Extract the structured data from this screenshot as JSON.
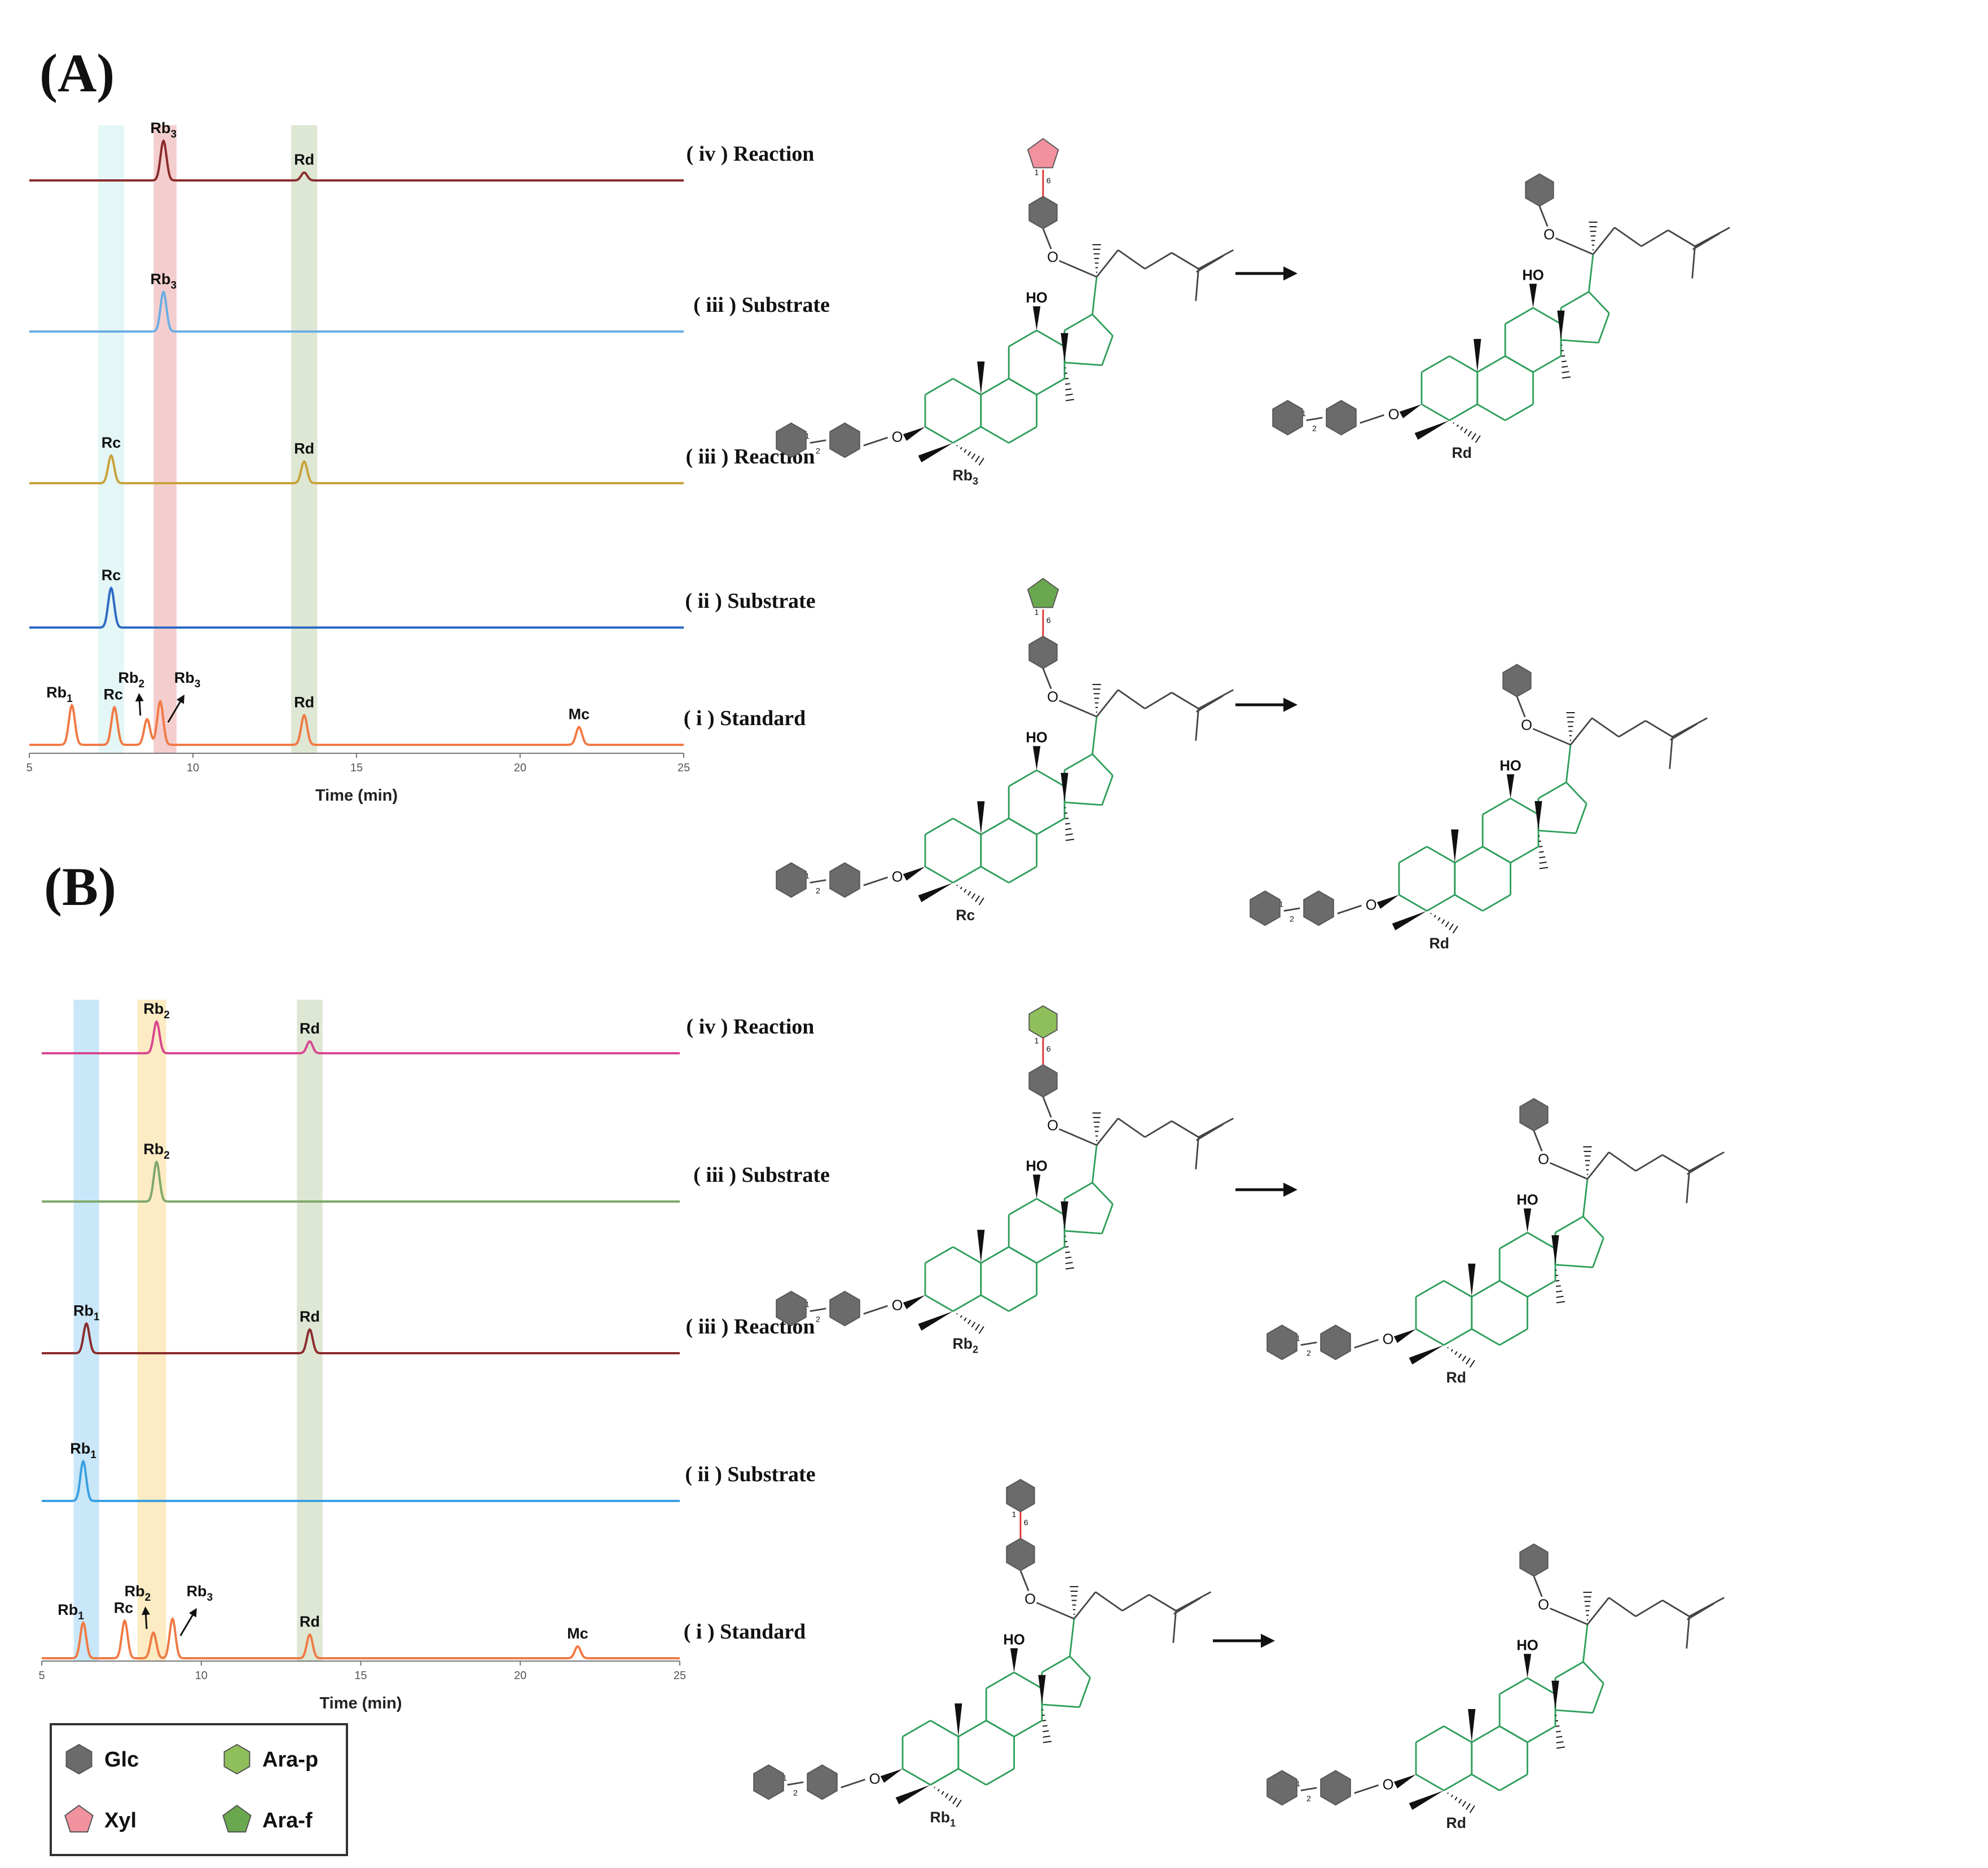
{
  "panels": [
    {
      "id": "A",
      "label": "(A)",
      "xlabel": "Time (min)",
      "x_ticks": [
        "5",
        "10",
        "15",
        "20",
        "25"
      ],
      "highlight_bands": [
        {
          "x_start": 7.1,
          "x_end": 7.9,
          "color": "#dff4f4"
        },
        {
          "x_start": 8.8,
          "x_end": 9.5,
          "color": "#f2c6c6"
        },
        {
          "x_start": 13.0,
          "x_end": 13.8,
          "color": "#d8e3cc"
        }
      ],
      "traces": [
        {
          "label": "( iv ) Reaction",
          "color": "#8b2c2c",
          "peaks": [
            {
              "name": "Rb3",
              "base": "Rb",
              "sub": "3",
              "time": 9.1,
              "height": 1.0
            },
            {
              "name": "Rd",
              "base": "Rd",
              "sub": "",
              "time": 13.4,
              "height": 0.2
            }
          ]
        },
        {
          "label": "( iii ) Substrate",
          "color": "#6aaee3",
          "peaks": [
            {
              "name": "Rb3",
              "base": "Rb",
              "sub": "3",
              "time": 9.1,
              "height": 1.0
            }
          ]
        },
        {
          "label": "( iii ) Reaction",
          "color": "#c9a23a",
          "peaks": [
            {
              "name": "Rc",
              "base": "Rc",
              "sub": "",
              "time": 7.5,
              "height": 0.7
            },
            {
              "name": "Rd",
              "base": "Rd",
              "sub": "",
              "time": 13.4,
              "height": 0.55
            }
          ]
        },
        {
          "label": "( ii ) Substrate",
          "color": "#2d6cc4",
          "peaks": [
            {
              "name": "Rc",
              "base": "Rc",
              "sub": "",
              "time": 7.5,
              "height": 1.0
            }
          ]
        },
        {
          "label": "( i ) Standard",
          "color": "#f07a45",
          "peaks": [
            {
              "name": "Rb1",
              "base": "Rb",
              "sub": "1",
              "time": 6.3,
              "height": 1.0
            },
            {
              "name": "Rc",
              "base": "Rc",
              "sub": "",
              "time": 7.6,
              "height": 0.95
            },
            {
              "name": "Rb2",
              "base": "Rb",
              "sub": "2",
              "time": 8.6,
              "height": 0.65
            },
            {
              "name": "Rb3",
              "base": "Rb",
              "sub": "3",
              "time": 9.0,
              "height": 1.1
            },
            {
              "name": "Rd",
              "base": "Rd",
              "sub": "",
              "time": 13.4,
              "height": 0.75
            },
            {
              "name": "Mc",
              "base": "Mc",
              "sub": "",
              "time": 21.8,
              "height": 0.45
            }
          ]
        }
      ],
      "reactions": [
        {
          "substrate": "Rb3",
          "substrate_base": "Rb",
          "substrate_sub": "3",
          "product": "Rd",
          "outer_sugar": "Xyl",
          "outer_color": "#f2929e",
          "outer_shape": "pentagon"
        },
        {
          "substrate": "Rc",
          "substrate_base": "Rc",
          "substrate_sub": "",
          "product": "Rd",
          "outer_sugar": "Ara-f",
          "outer_color": "#6aa84f",
          "outer_shape": "pentagon"
        }
      ]
    },
    {
      "id": "B",
      "label": "(B)",
      "xlabel": "Time (min)",
      "x_ticks": [
        "5",
        "10",
        "15",
        "20",
        "25"
      ],
      "highlight_bands": [
        {
          "x_start": 6.0,
          "x_end": 6.8,
          "color": "#bfe3f7"
        },
        {
          "x_start": 8.0,
          "x_end": 8.9,
          "color": "#fbe8b8"
        },
        {
          "x_start": 13.0,
          "x_end": 13.8,
          "color": "#d8e3cc"
        }
      ],
      "traces": [
        {
          "label": "( iv ) Reaction",
          "color": "#d9468f",
          "peaks": [
            {
              "name": "Rb2",
              "base": "Rb",
              "sub": "2",
              "time": 8.6,
              "height": 0.8
            },
            {
              "name": "Rd",
              "base": "Rd",
              "sub": "",
              "time": 13.4,
              "height": 0.3
            }
          ]
        },
        {
          "label": "( iii ) Substrate",
          "color": "#7fa86a",
          "peaks": [
            {
              "name": "Rb2",
              "base": "Rb",
              "sub": "2",
              "time": 8.6,
              "height": 1.0
            }
          ]
        },
        {
          "label": "( iii ) Reaction",
          "color": "#8b2c2c",
          "peaks": [
            {
              "name": "Rb1",
              "base": "Rb",
              "sub": "1",
              "time": 6.4,
              "height": 0.75
            },
            {
              "name": "Rd",
              "base": "Rd",
              "sub": "",
              "time": 13.4,
              "height": 0.6
            }
          ]
        },
        {
          "label": "( ii ) Substrate",
          "color": "#3aa0e0",
          "peaks": [
            {
              "name": "Rb1",
              "base": "Rb",
              "sub": "1",
              "time": 6.3,
              "height": 1.0
            }
          ]
        },
        {
          "label": "( i ) Standard",
          "color": "#f07a45",
          "peaks": [
            {
              "name": "Rb1",
              "base": "Rb",
              "sub": "1",
              "time": 6.3,
              "height": 0.9
            },
            {
              "name": "Rc",
              "base": "Rc",
              "sub": "",
              "time": 7.6,
              "height": 0.95
            },
            {
              "name": "Rb2",
              "base": "Rb",
              "sub": "2",
              "time": 8.5,
              "height": 0.65
            },
            {
              "name": "Rb3",
              "base": "Rb",
              "sub": "3",
              "time": 9.1,
              "height": 1.0
            },
            {
              "name": "Rd",
              "base": "Rd",
              "sub": "",
              "time": 13.4,
              "height": 0.6
            },
            {
              "name": "Mc",
              "base": "Mc",
              "sub": "",
              "time": 21.8,
              "height": 0.3
            }
          ]
        }
      ],
      "reactions": [
        {
          "substrate": "Rb2",
          "substrate_base": "Rb",
          "substrate_sub": "2",
          "product": "Rd",
          "outer_sugar": "Ara-p",
          "outer_color": "#8fbf5a",
          "outer_shape": "hexagon"
        },
        {
          "substrate": "Rb1",
          "substrate_base": "Rb",
          "substrate_sub": "1",
          "product": "Rd",
          "outer_sugar": "Glc",
          "outer_color": "#6b6b6b",
          "outer_shape": "hexagon"
        }
      ]
    }
  ],
  "structure_text": {
    "hydroxyl": "HO",
    "oxygen": "O",
    "link_1": "1",
    "link_2": "2",
    "link_6": "6"
  },
  "legend": [
    {
      "label": "Glc",
      "color": "#6b6b6b",
      "shape": "hexagon"
    },
    {
      "label": "Ara-p",
      "color": "#8fbf5a",
      "shape": "hexagon"
    },
    {
      "label": "Xyl",
      "color": "#f2929e",
      "shape": "pentagon"
    },
    {
      "label": "Ara-f",
      "color": "#6aa84f",
      "shape": "pentagon"
    }
  ],
  "colors": {
    "glc": "#6b6b6b",
    "ring_bond": "#2e9e5a",
    "chain_bond": "#444444",
    "link_bond": "#e03030"
  }
}
